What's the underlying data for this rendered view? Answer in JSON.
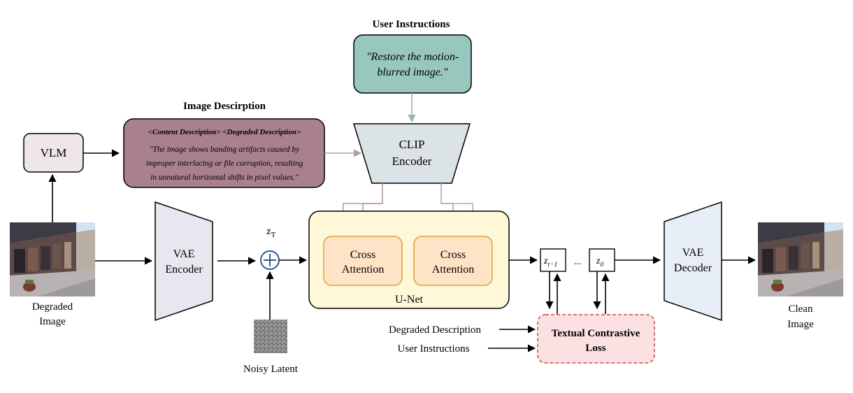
{
  "title_user_instructions": "User Instructions",
  "user_instruction_quote_line1": "\"Restore the motion-",
  "user_instruction_quote_line2": "blurred image.\"",
  "title_image_description": "Image Descirption",
  "desc_header": "<Content Description> <Degraded Description>",
  "desc_line1": "\"The image shows banding artifacts caused by",
  "desc_line2": "improper interlacing or file corruption, resulting",
  "desc_line3": "in unnatural horizontal shifts in pixel values.\"",
  "vlm": "VLM",
  "clip_line1": "CLIP",
  "clip_line2": "Encoder",
  "vae_encoder_line1": "VAE",
  "vae_encoder_line2": "Encoder",
  "vae_decoder_line1": "VAE",
  "vae_decoder_line2": "Decoder",
  "zT_base": "z",
  "zT_sub": "T",
  "plus": "+",
  "cross_line1": "Cross",
  "cross_line2": "Attention",
  "unet": "U-Net",
  "z_base": "z",
  "zt1_sub": "t−1",
  "z0_sub": "0",
  "ellipsis": "...",
  "degraded_image_line1": "Degraded",
  "degraded_image_line2": "Image",
  "clean_image_line1": "Clean",
  "clean_image_line2": "Image",
  "noisy_latent": "Noisy Latent",
  "label_degraded_description": "Degraded Description",
  "label_user_instructions": "User Instructions",
  "loss_line1": "Textual Contrastive",
  "loss_line2": "Loss",
  "colors": {
    "instruction_box": "#98C7BD",
    "description_box": "#A8808E",
    "vlm_box": "#EEE6EA",
    "clip_box": "#DCE3E6",
    "unet_box": "#FFF8D8",
    "cross_box": "#FEE3C6",
    "vae_encoder": "#E6E7EF",
    "vae_decoder": "#E8EEF8",
    "loss_box": "#FBE1E1",
    "desc_arrow": "#B49AA6",
    "clip_arrow": "#93B5AE"
  }
}
